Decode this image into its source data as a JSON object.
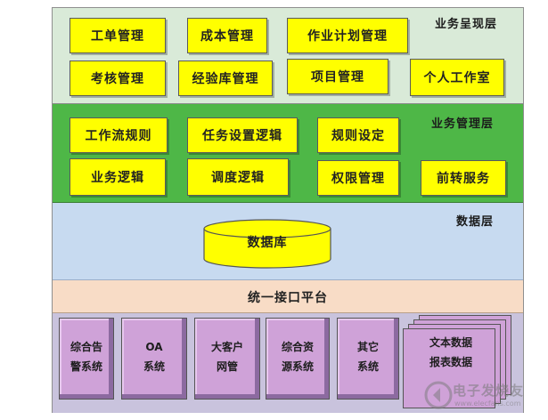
{
  "layers": {
    "presentation": {
      "title": "业务呈现层",
      "modules": [
        "工单管理",
        "成本管理",
        "作业计划管理",
        "考核管理",
        "经验库管理",
        "项目管理",
        "个人工作室"
      ]
    },
    "management": {
      "title": "业务管理层",
      "modules": [
        "工作流规则",
        "任务设置逻辑",
        "规则设定",
        "业务逻辑",
        "调度逻辑",
        "权限管理",
        "前转服务"
      ]
    },
    "data": {
      "title": "数据层",
      "database": "数据库"
    },
    "interface": {
      "title": "统一接口平台"
    },
    "systems": {
      "items": [
        {
          "line1": "综合告",
          "line2": "警系统"
        },
        {
          "line1": "OA",
          "line2": "系统"
        },
        {
          "line1": "大客户",
          "line2": "网管"
        },
        {
          "line1": "综合资",
          "line2": "源系统"
        },
        {
          "line1": "其它",
          "line2": "系统"
        }
      ],
      "documents": {
        "line1": "文本数据",
        "line2": "报表数据"
      }
    }
  },
  "watermark": {
    "text": "电子发烧友",
    "sub": "www.elecfans.com"
  },
  "colors": {
    "presentation_bg": "#d9ead8",
    "management_bg": "#4eb747",
    "data_bg": "#c7daf0",
    "interface_bg": "#f8dcc6",
    "systems_bg": "#c9c3dd",
    "module_yellow": "#ffff00",
    "system_box": "#cfa2d8"
  }
}
